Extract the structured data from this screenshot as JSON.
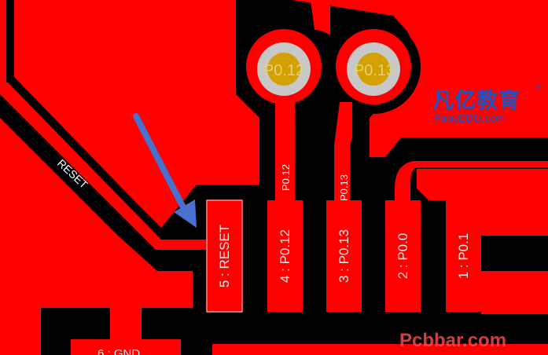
{
  "vias": [
    {
      "id": "via-p012",
      "label": "P0.12"
    },
    {
      "id": "via-p013",
      "label": "P0.13"
    }
  ],
  "traces": {
    "reset": "RESET",
    "p012": "P0.12",
    "p013": "P0.13"
  },
  "pads": [
    {
      "label": "5 : RESET"
    },
    {
      "label": "4 : P0.12"
    },
    {
      "label": "3 : P0.13"
    },
    {
      "label": "2 : P0.0"
    },
    {
      "label": "1 : P0.1"
    }
  ],
  "bottom_pad_label": "6 : GND",
  "logo": {
    "cn": "凡亿教育",
    "reg": "®",
    "en": "FanyEDU.com"
  },
  "watermark": "Pcbbar.com",
  "colors": {
    "copper": "#ff0000",
    "background": "#000000",
    "via_ring": "#c8c8c8",
    "via_hole": "#d4a000",
    "arrow": "#4a6fcf",
    "logo": "#1a56c8"
  }
}
